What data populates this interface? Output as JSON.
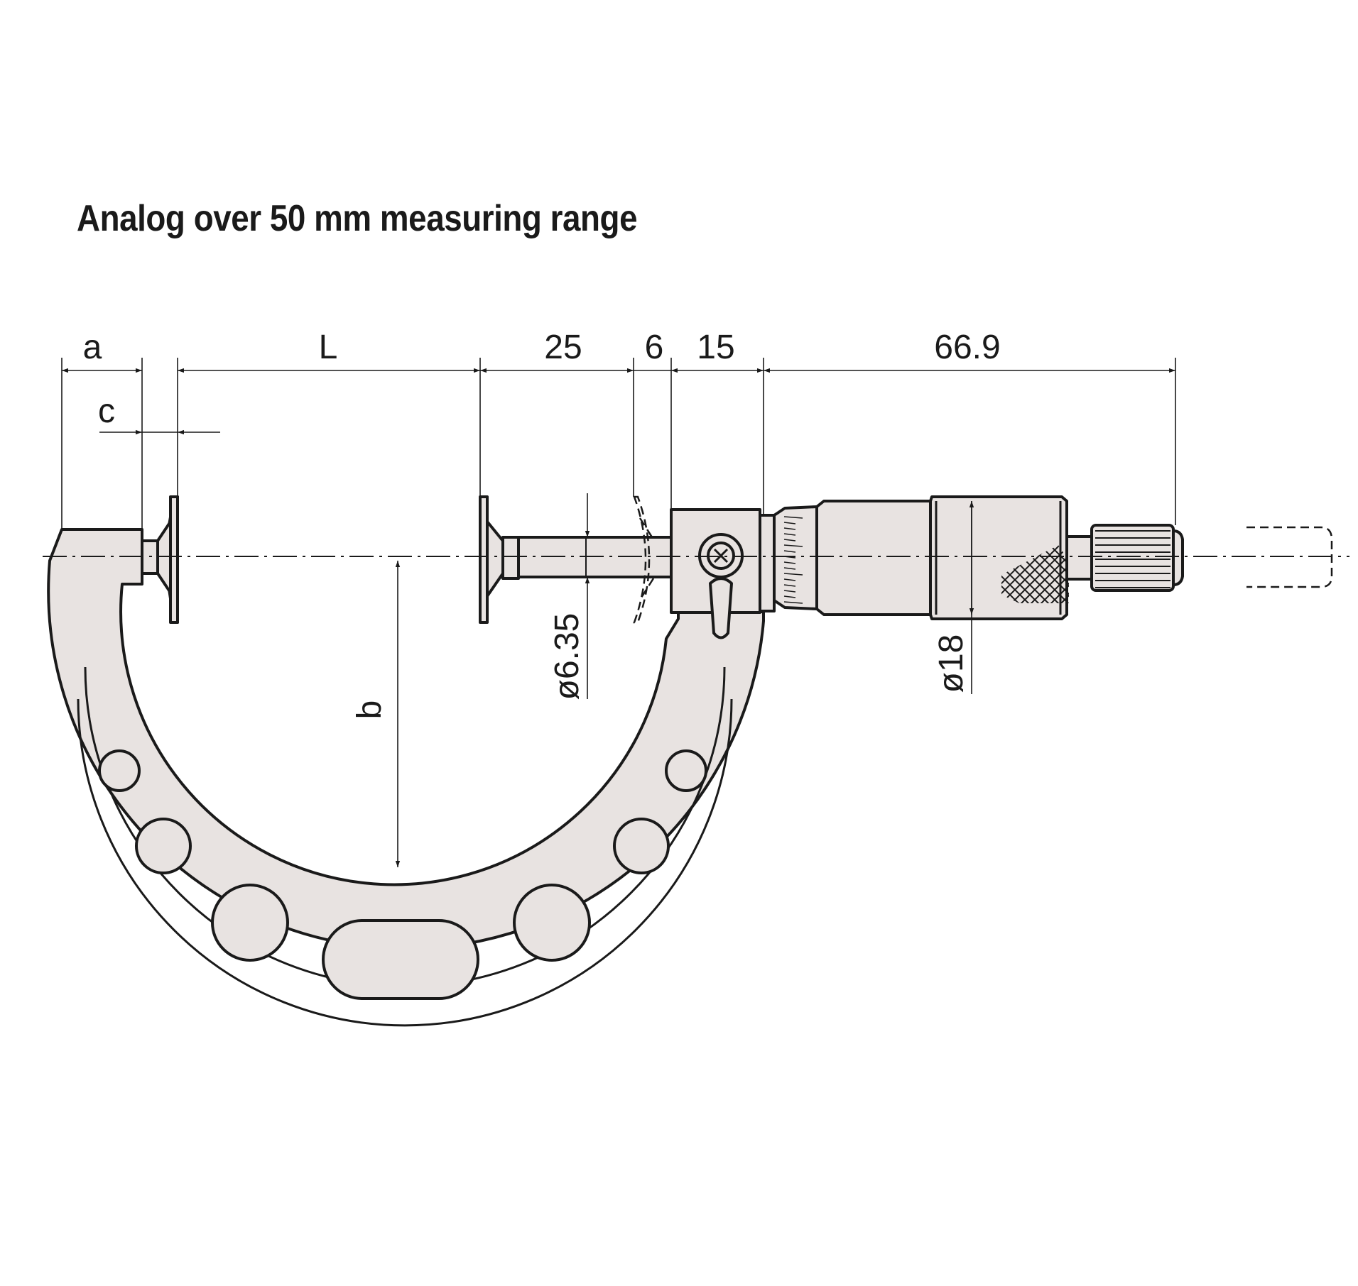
{
  "title": "Analog over 50 mm measuring range",
  "dimensions": {
    "a": "a",
    "c": "c",
    "L": "L",
    "d25": "25",
    "d6": "6",
    "d15": "15",
    "d669": "66.9",
    "b": "b",
    "spindle_dia": "ø6.35",
    "thimble_dia": "ø18"
  },
  "colors": {
    "body_fill": "#e8e3e1",
    "ink": "#1a1a1a"
  }
}
